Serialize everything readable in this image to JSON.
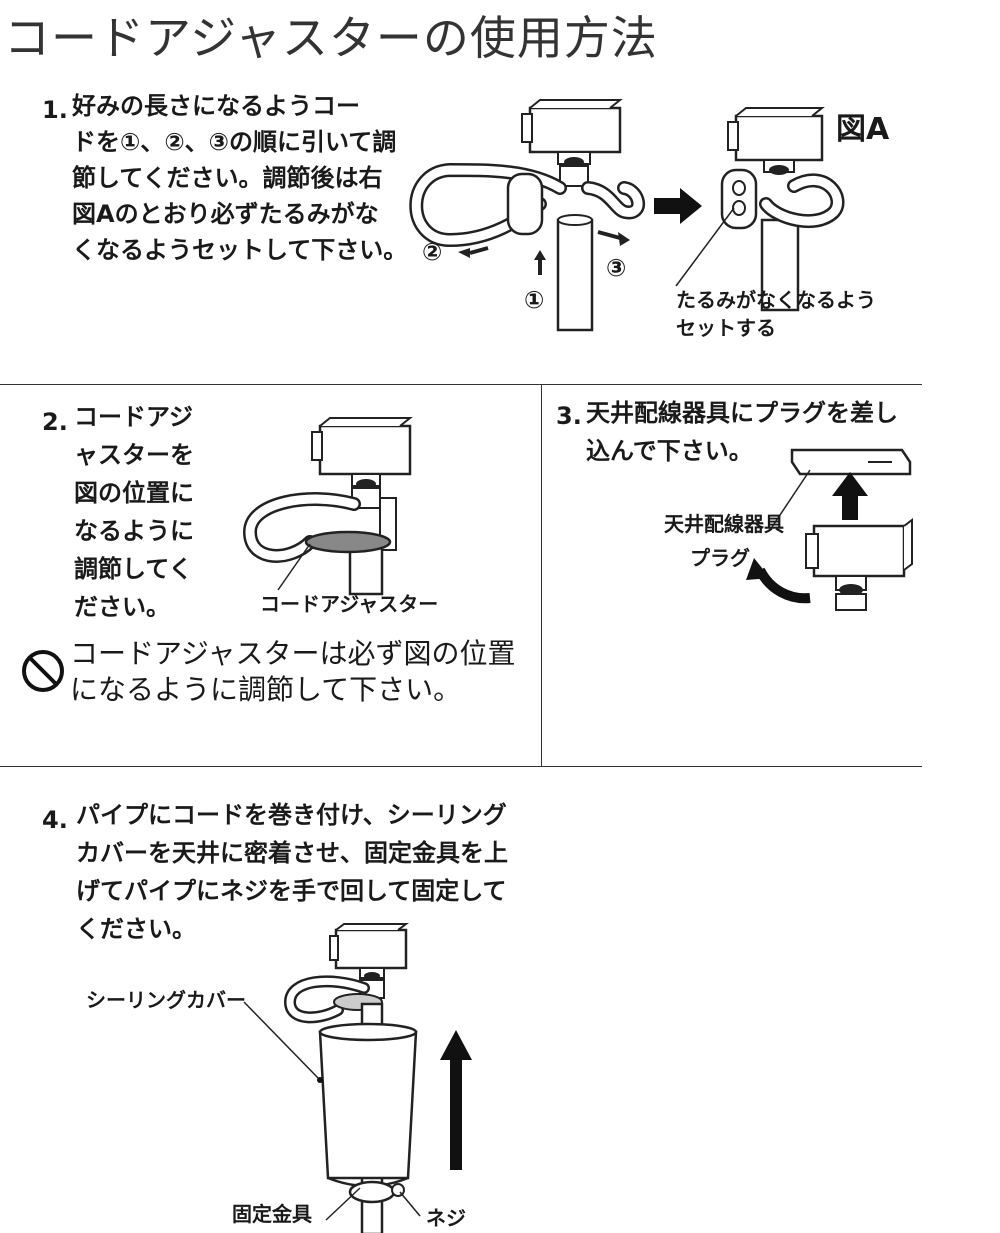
{
  "title": "コードアジャスターの使用方法",
  "step1": {
    "num": "1.",
    "lines": [
      "好みの長さになるようコー",
      "ドを①、②、③の順に引いて調",
      "節してください。調節後は右",
      "図Aのとおり必ずたるみがな",
      "くなるようセットして下さい。"
    ],
    "callouts": {
      "c1": "①",
      "c2": "②",
      "c3": "③"
    },
    "fig_label": "図A",
    "slack_label": [
      "たるみがなくなるよう",
      "セットする"
    ]
  },
  "step2": {
    "num": "2.",
    "lines": [
      "コードアジ",
      "ャスターを",
      "図の位置に",
      "なるように",
      "調節してく",
      "ださい。"
    ],
    "part_label": "コードアジャスター",
    "warning": [
      "コードアジャスターは必ず図の位置",
      "になるように調節して下さい。"
    ]
  },
  "step3": {
    "num": "3.",
    "lines": [
      "天井配線器具にプラグを差し",
      "込んで下さい。"
    ],
    "labels": {
      "fixture": "天井配線器具",
      "plug": "プラグ"
    }
  },
  "step4": {
    "num": "4.",
    "lines": [
      "パイプにコードを巻き付け、シーリング",
      "カバーを天井に密着させ、固定金具を上",
      "げてパイプにネジを手で回して固定して",
      "ください。"
    ],
    "labels": {
      "cover": "シーリングカバー",
      "bracket": "固定金具",
      "screw": "ネジ"
    }
  }
}
